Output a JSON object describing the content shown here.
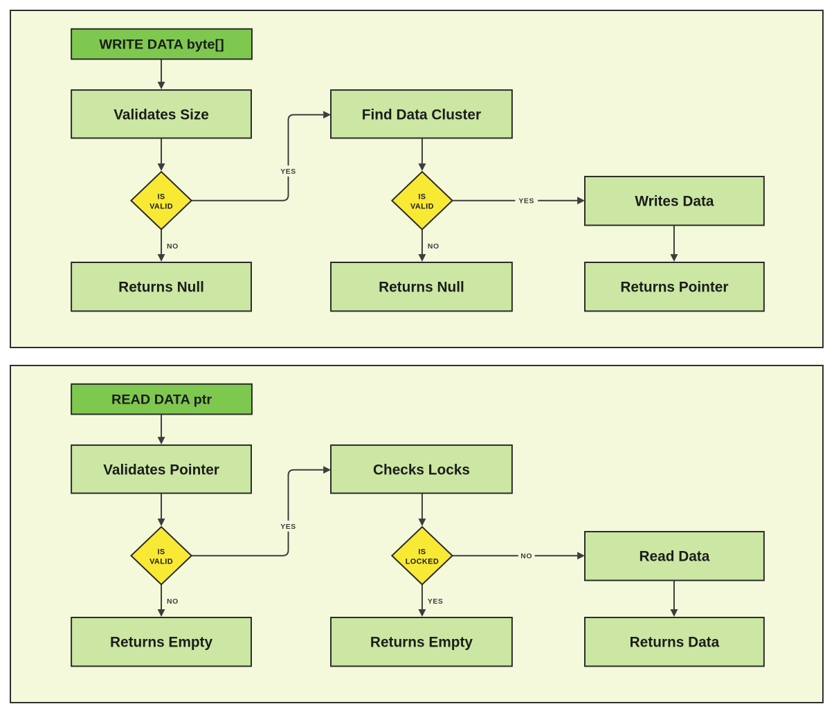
{
  "colors": {
    "page_bg": "#ffffff",
    "panel_bg": "#f4f9dc",
    "panel_border": "#2f2f2f",
    "start_fill": "#7ec850",
    "process_fill": "#cbe7a3",
    "decision_fill": "#f8e935",
    "node_border": "#2a2a2a",
    "line": "#3d3d3d",
    "node_text": "#1c1c1c",
    "edge_label_text": "#3d3d3d"
  },
  "panels": [
    {
      "id": "write",
      "header": "WRITE DATA byte[]",
      "step1": "Validates Size",
      "step2": "Find Data Cluster",
      "action": "Writes Data",
      "decision1": [
        "IS",
        "VALID"
      ],
      "decision2": [
        "IS",
        "VALID"
      ],
      "end1": "Returns Null",
      "end2": "Returns Null",
      "end3": "Returns Pointer",
      "labels": {
        "d1_branch": "YES",
        "d1_down": "NO",
        "d2_branch": "YES",
        "d2_down": "NO"
      }
    },
    {
      "id": "read",
      "header": "READ DATA ptr",
      "step1": "Validates Pointer",
      "step2": "Checks Locks",
      "action": "Read Data",
      "decision1": [
        "IS",
        "VALID"
      ],
      "decision2": [
        "IS",
        "LOCKED"
      ],
      "end1": "Returns Empty",
      "end2": "Returns Empty",
      "end3": "Returns Data",
      "labels": {
        "d1_branch": "YES",
        "d1_down": "NO",
        "d2_branch": "NO",
        "d2_down": "YES"
      }
    }
  ]
}
